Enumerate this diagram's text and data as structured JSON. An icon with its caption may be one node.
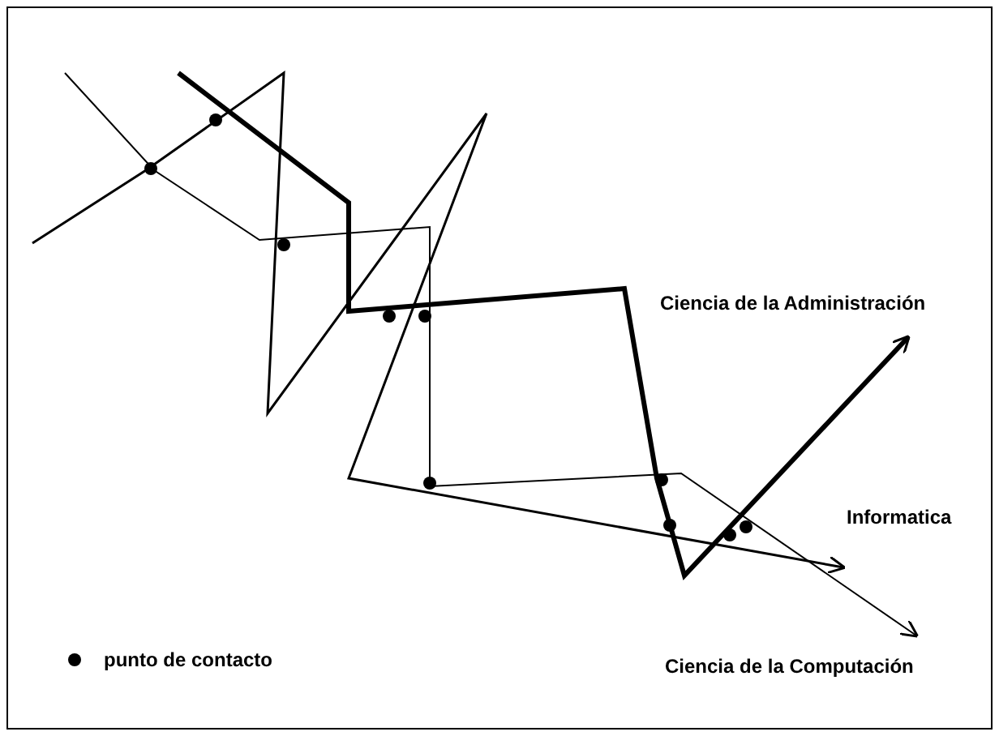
{
  "diagram": {
    "labels": [
      "Ciencia de la Administración",
      "Informatica",
      "Ciencia de la Computación"
    ],
    "legend": [
      {
        "text": "punto de contacto"
      }
    ]
  }
}
